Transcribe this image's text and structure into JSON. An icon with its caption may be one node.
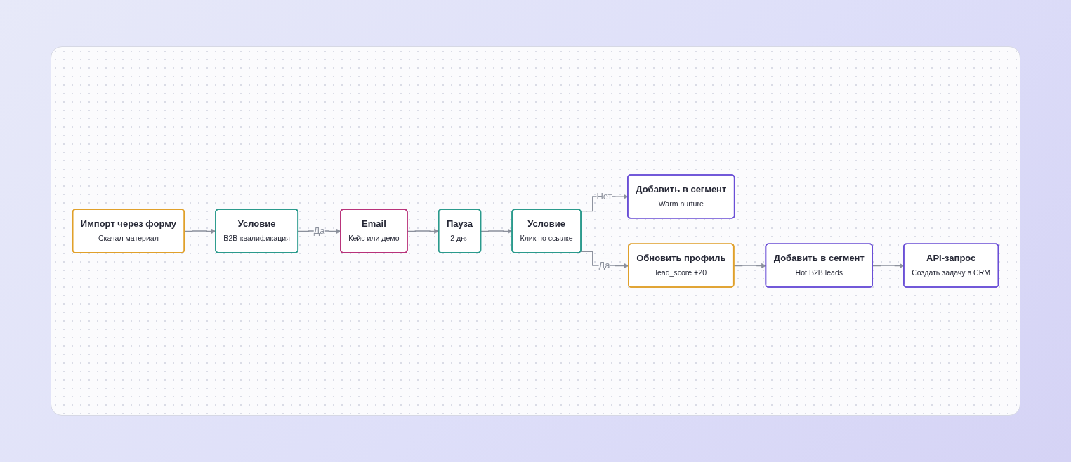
{
  "diagram": {
    "nodes": [
      {
        "text": [
          "Импорт через форму",
          "Скачал материал"
        ]
      },
      {
        "text": [
          "Условие",
          "B2B-квалификация"
        ]
      },
      {
        "text": [
          "Email",
          "Кейс или демо"
        ]
      },
      {
        "text": [
          "Пауза",
          "2 дня"
        ]
      },
      {
        "text": [
          "Условие",
          "Клик по ссылке"
        ]
      },
      {
        "text": [
          "Добавить в сегмент",
          "Warm nurture"
        ]
      },
      {
        "text": [
          "Обновить профиль",
          "lead_score +20"
        ]
      },
      {
        "text": [
          "Добавить в сегмент",
          "Hot B2B leads"
        ]
      },
      {
        "text": [
          "API-запрос",
          "Создать задачу в CRM"
        ]
      }
    ],
    "edges": [
      {
        "from": 0,
        "to": 1,
        "arrow": "to"
      },
      {
        "from": 1,
        "to": 2,
        "arrow": "to",
        "label": "Да"
      },
      {
        "from": 2,
        "to": 3,
        "arrow": "to"
      },
      {
        "from": 3,
        "to": 4,
        "arrow": "to"
      },
      {
        "from": 4,
        "to": 5,
        "arrow": "to",
        "label": "Нет"
      },
      {
        "from": 4,
        "to": 6,
        "arrow": "to",
        "label": "Да"
      },
      {
        "from": 6,
        "to": 7,
        "arrow": "to"
      },
      {
        "from": 7,
        "to": 8,
        "arrow": "to"
      }
    ]
  }
}
